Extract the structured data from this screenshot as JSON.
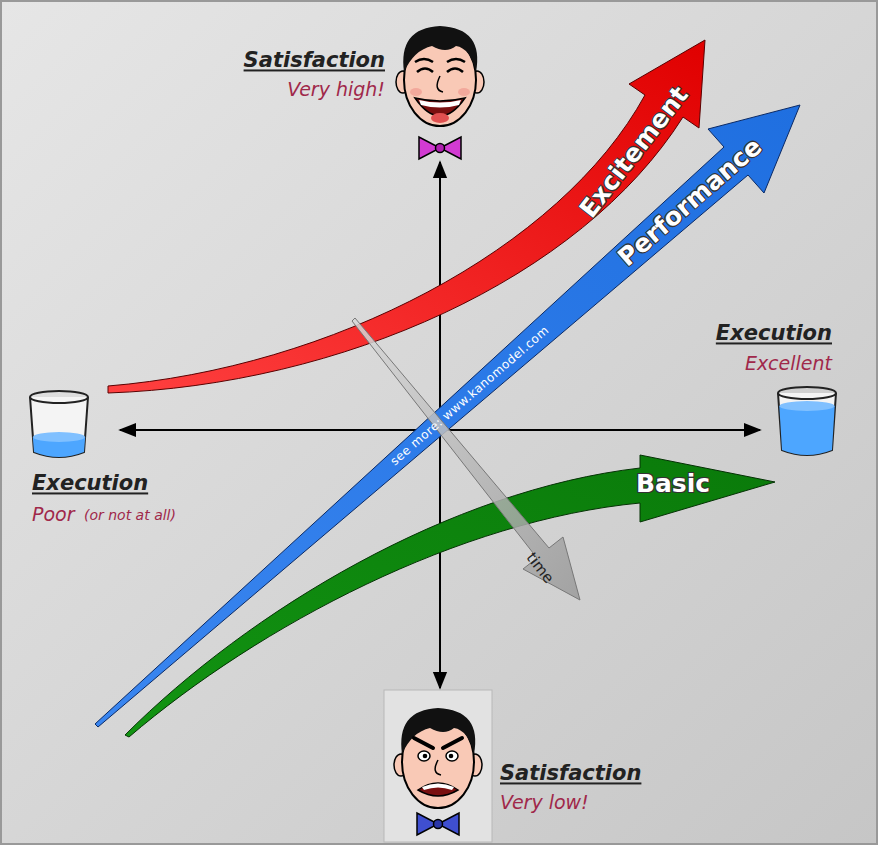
{
  "diagram": {
    "labels": [
      "Satisfaction",
      "Very high!",
      "Excitement",
      "Performance",
      "Execution",
      "Excellent",
      "see more: www.kanomodel.com",
      "Execution",
      "Poor",
      "(or not at all)",
      "Basic",
      "time",
      "Satisfaction",
      "Very low!"
    ]
  }
}
